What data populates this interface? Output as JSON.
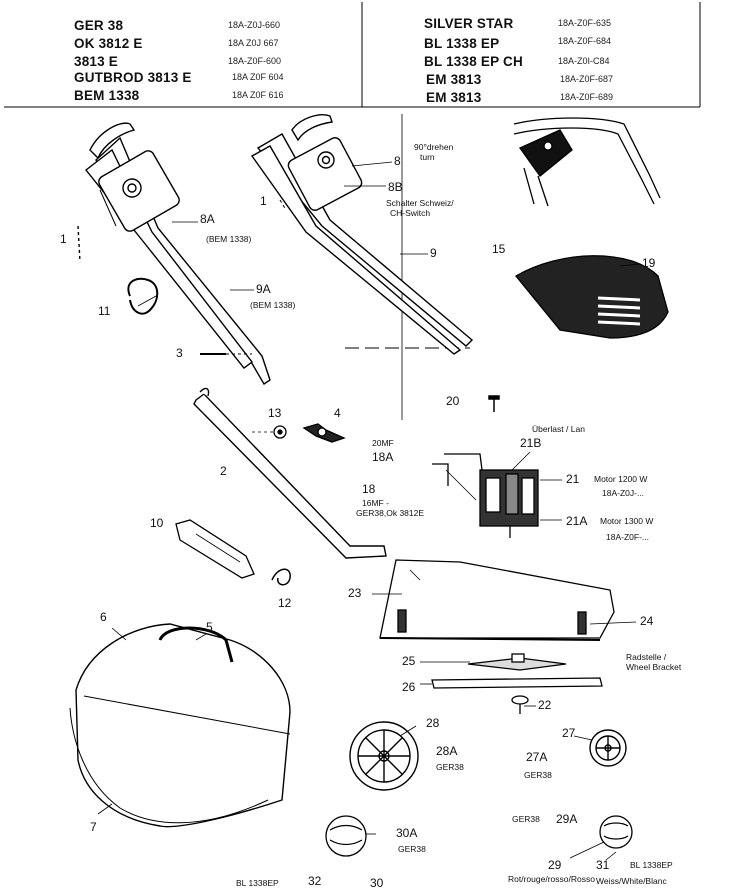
{
  "header": {
    "left": [
      {
        "model": "GER 38",
        "code": "18A-Z0J-660"
      },
      {
        "model": "OK 3812 E",
        "code": "18A Z0J 667"
      },
      {
        "model": "3813 E",
        "code": "18A-Z0F-600"
      },
      {
        "model": "GUTBROD 3813 E",
        "code": "18A Z0F 604"
      },
      {
        "model": "BEM 1338",
        "code": "18A Z0F 616"
      }
    ],
    "right": [
      {
        "model": "SILVER STAR",
        "code": "18A-Z0F-635"
      },
      {
        "model": "BL 1338 EP",
        "code": "18A-Z0F-684"
      },
      {
        "model": "BL 1338 EP CH",
        "code": "18A-Z0I-C84"
      },
      {
        "model": "EM 3813",
        "code": "18A-Z0F-687"
      },
      {
        "model": "EM 3813",
        "code": "18A-Z0F-689"
      }
    ]
  },
  "callouts": {
    "c1a": "1",
    "c1b": "1",
    "c8": "8",
    "c8a": "8A",
    "c8b": "8B",
    "c9": "9",
    "c9a": "9A",
    "c11": "11",
    "c3": "3",
    "c15": "15",
    "c19": "19",
    "c20": "20",
    "c13": "13",
    "c4": "4",
    "c2": "2",
    "c10": "10",
    "c12": "12",
    "c18a": "18A",
    "c18": "18",
    "c21b": "21B",
    "c21": "21",
    "c21a": "21A",
    "c23": "23",
    "c24": "24",
    "c25": "25",
    "c26": "26",
    "c22": "22",
    "c6": "6",
    "c5": "5",
    "c7": "7",
    "c28": "28",
    "c28a": "28A",
    "c27": "27",
    "c27a": "27A",
    "c29a": "29A",
    "c29": "29",
    "c31": "31",
    "c30a": "30A",
    "c30": "30",
    "c32": "32"
  },
  "notes": {
    "bem8a": "(BEM 1338)",
    "bem9a": "(BEM 1338)",
    "drehen1": "90°drehen",
    "drehen2": "turn",
    "switch1": "Schalter Schweiz/",
    "switch2": "CH-Switch",
    "mf20": "20MF",
    "mf16a": "16MF -",
    "mf16b": "GER38,Ok 3812E",
    "uberlast": "Überlast / Lan",
    "motor1a": "Motor 1200 W",
    "motor1b": "18A-Z0J-...",
    "motor2a": "Motor 1300 W",
    "motor2b": "18A-Z0F-...",
    "bracket1": "Radstelle /",
    "bracket2": "Wheel Bracket",
    "ger28": "GER38",
    "ger27": "GER38",
    "ger29": "GER38",
    "ger30": "GER38",
    "bl32": "BL 1338EP",
    "bl31": "BL 1338EP",
    "rot": "Rot/rouge/rosso/Rosso",
    "weiss": "Weiss/White/Blanc"
  }
}
